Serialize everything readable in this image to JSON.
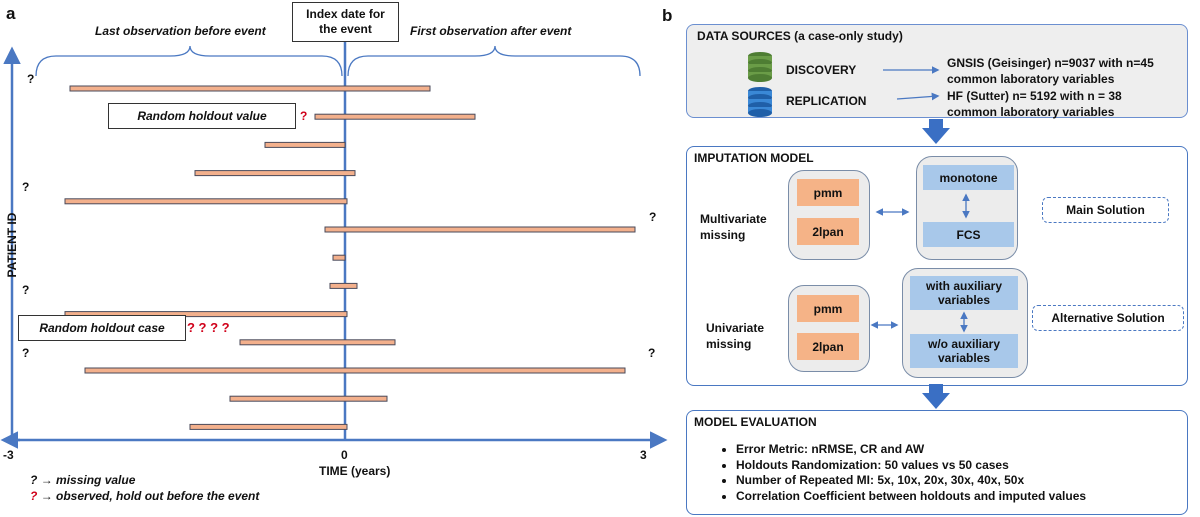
{
  "panel_a": {
    "label": "a",
    "index_box": "Index date for the event",
    "brace_left_label": "Last observation before event",
    "brace_right_label": "First observation after event",
    "y_axis_label": "PATIENT ID",
    "x_axis_label": "TIME (years)",
    "x_ticks": [
      "-3",
      "0",
      "3"
    ],
    "random_value_label": "Random holdout value",
    "random_case_label": "Random holdout case",
    "q": "?",
    "qqqq": "? ? ? ?",
    "legend": [
      {
        "mark": "?",
        "text": "→  missing value",
        "color": "#111111"
      },
      {
        "mark": "?",
        "text": "→  observed, hold out before the event",
        "color": "#d0021b"
      }
    ],
    "colors": {
      "bar_fill": "#f3b08c",
      "bar_stroke": "#4a4a5a",
      "axis": "#4a78c2",
      "red": "#d0021b"
    }
  },
  "chart_data": {
    "type": "bar",
    "title": "",
    "xlabel": "TIME (years)",
    "ylabel": "PATIENT ID",
    "xlim": [
      -3,
      3
    ],
    "bars": [
      {
        "start": -2.75,
        "end": 0.85
      },
      {
        "start": -0.3,
        "end": 1.3
      },
      {
        "start": -0.8,
        "end": 0.0
      },
      {
        "start": -1.5,
        "end": 0.1
      },
      {
        "start": -2.8,
        "end": 0.02
      },
      {
        "start": -0.2,
        "end": 2.9
      },
      {
        "start": -0.12,
        "end": 0.0
      },
      {
        "start": -0.15,
        "end": 0.12
      },
      {
        "start": -2.8,
        "end": 0.02
      },
      {
        "start": -1.05,
        "end": 0.5
      },
      {
        "start": -2.6,
        "end": 2.8
      },
      {
        "start": -1.15,
        "end": 0.42
      },
      {
        "start": -1.55,
        "end": 0.02
      }
    ]
  },
  "panel_b": {
    "label": "b",
    "data_sources": {
      "title": "DATA SOURCES (a case-only study)",
      "discovery": "DISCOVERY",
      "replication": "REPLICATION",
      "gnsis_line1": "GNSIS (Geisinger) n=9037 with n=45",
      "gnsis_line2": "common laboratory variables",
      "hf_line1": "HF (Sutter) n= 5192 with n = 38",
      "hf_line2": "common laboratory variables",
      "db_green": "#5a8a3c",
      "db_blue": "#2f77c8"
    },
    "imputation": {
      "title": "IMPUTATION MODEL",
      "multivariate_l1": "Multivariate",
      "multivariate_l2": "missing",
      "univariate_l1": "Univariate",
      "univariate_l2": "missing",
      "pmm": "pmm",
      "twolpan": "2lpan",
      "monotone": "monotone",
      "fcs": "FCS",
      "with_aux_l1": "with auxiliary",
      "with_aux_l2": "variables",
      "wo_aux_l1": "w/o auxiliary",
      "wo_aux_l2": "variables",
      "main_solution": "Main Solution",
      "alt_solution": "Alternative Solution"
    },
    "evaluation": {
      "title": "MODEL EVALUATION",
      "items": [
        "Error Metric: nRMSE, CR and AW",
        "Holdouts Randomization: 50 values vs 50 cases",
        "Number of Repeated MI: 5x, 10x, 20x, 30x, 40x, 50x",
        "Correlation Coefficient between holdouts and imputed values"
      ]
    }
  }
}
